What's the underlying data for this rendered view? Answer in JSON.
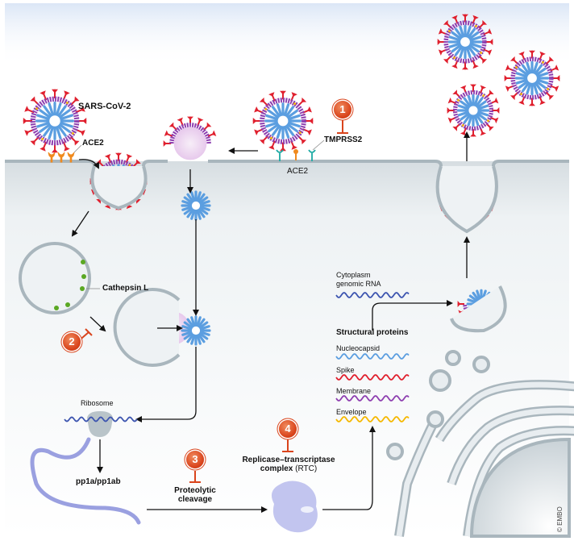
{
  "title": "SARS-CoV-2 life cycle and drug targets",
  "labels": {
    "virus": "SARS-CoV-2",
    "ace2_left": "ACE2",
    "ace2_right": "ACE2",
    "tmprss2": "TMPRSS2",
    "cathepsin": "Cathepsin L",
    "ribosome": "Ribosome",
    "pp1a": "pp1a/pp1ab",
    "proteolytic_line1": "Proteolytic",
    "proteolytic_line2": "cleavage",
    "rtc_line1": "Replicase–transcriptase",
    "rtc_line2_bold": "complex",
    "rtc_line2_normal": " (RTC)",
    "cytoplasm_line1": "Cytoplasm",
    "cytoplasm_line2": "genomic RNA",
    "structural_header": "Structural proteins",
    "copyright": "© EMBO"
  },
  "legend": [
    {
      "name": "Nucleocapsid",
      "color": "#5b9ee0"
    },
    {
      "name": "Spike",
      "color": "#e0202e"
    },
    {
      "name": "Membrane",
      "color": "#8e3fb0"
    },
    {
      "name": "Envelope",
      "color": "#f5b800"
    }
  ],
  "genomic_rna_color": "#3d55b0",
  "inhibition_badges": [
    {
      "number": "1",
      "target": "TMPRSS2"
    },
    {
      "number": "2",
      "target": "Cathepsin L"
    },
    {
      "number": "3",
      "target": "Proteolytic cleavage"
    },
    {
      "number": "4",
      "target": "Replicase–transcriptase complex"
    }
  ],
  "colors": {
    "inhibitor": "#d9441c",
    "membrane_gray": "#a9b6bd",
    "cell_fill": "#e8edf0",
    "sky_top": "#dbe6f6",
    "ace2_orange": "#f08a1e",
    "tmprss2_teal": "#1aa9a3",
    "cathepsin_green": "#5aa823",
    "ribosome": "#b9c4c9",
    "polyprotein": "#9aa0e0",
    "rtc": "#c2c5ef"
  }
}
